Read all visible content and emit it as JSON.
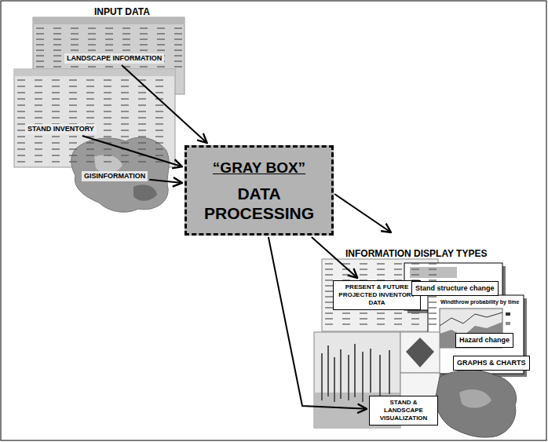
{
  "diagram": {
    "nodes": [
      {
        "text": [
          "LANDSCAPE INFORMATION"
        ]
      },
      {
        "text": [
          "STAND INVENTORY"
        ]
      },
      {
        "text": [
          "GISINFORMATION"
        ]
      },
      {
        "text": [
          "“GRAY BOX”",
          "DATA PROCESSING"
        ]
      },
      {
        "text": [
          "PRESENT & FUTURE PROJECTED INVENTORY DATA"
        ]
      },
      {
        "text": [
          "Stand structure change"
        ]
      },
      {
        "text": [
          "Hazard change"
        ]
      },
      {
        "text": [
          "GRAPHS & CHARTS"
        ]
      },
      {
        "text": [
          "STAND & LANDSCAPE VISUALIZATION"
        ]
      }
    ],
    "edges": [
      {
        "from": 0,
        "to": 3,
        "arrow": "to"
      },
      {
        "from": 1,
        "to": 3,
        "arrow": "to"
      },
      {
        "from": 2,
        "to": 3,
        "arrow": "to"
      },
      {
        "from": 3,
        "to": 4,
        "arrow": "to"
      },
      {
        "from": 3,
        "to": 8,
        "arrow": "to"
      }
    ],
    "labels": [
      "INPUT DATA",
      "INFORMATION DISPLAY TYPES",
      "Windthrow probability by time"
    ]
  }
}
